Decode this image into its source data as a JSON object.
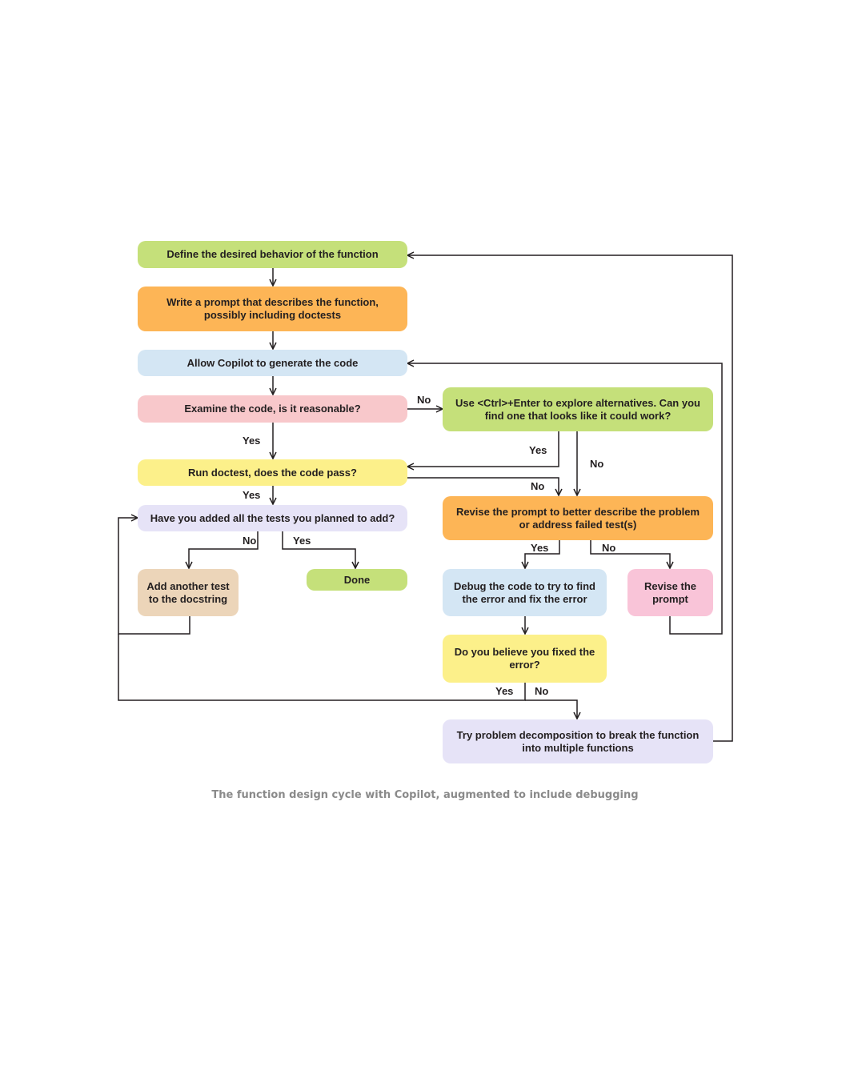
{
  "colors": {
    "green": "#c5e07a",
    "orange": "#fdb556",
    "blue": "#d4e6f4",
    "pink": "#f8c8cb",
    "yellow": "#fcf08a",
    "lavender": "#e6e3f7",
    "tan": "#ecd5b9",
    "magenta_pink": "#f9c4d8",
    "line": "#231f20",
    "caption": "#8a8a8a"
  },
  "nodes": {
    "define": "Define the desired behavior of the function",
    "write_prompt": "Write a prompt that describes the function,\npossibly including doctests",
    "allow_copilot": "Allow Copilot to generate the code",
    "examine": "Examine the code, is it reasonable?",
    "explore": "Use <Ctrl>+Enter to explore alternatives. Can you\nfind one that looks like it could work?",
    "run_doctest": "Run doctest, does the code pass?",
    "tests_added": "Have you added all the tests you planned to add?",
    "revise_better": "Revise the prompt to better describe the problem\nor address failed test(s)",
    "add_test": "Add another test\nto the docstring",
    "done": "Done",
    "debug": "Debug the code to try to find\nthe error and fix the error",
    "revise_prompt": "Revise the\nprompt",
    "fixed_error": "Do you believe you fixed the\nerror?",
    "decompose": "Try problem decomposition to break the function\ninto multiple functions"
  },
  "edge_labels": {
    "examine_no": "No",
    "examine_yes": "Yes",
    "explore_yes": "Yes",
    "explore_no": "No",
    "doctest_no": "No",
    "doctest_yes": "Yes",
    "tests_no": "No",
    "tests_yes": "Yes",
    "revise_yes": "Yes",
    "revise_no": "No",
    "fixed_yes": "Yes",
    "fixed_no": "No"
  },
  "caption": "The function design cycle with Copilot, augmented to include debugging"
}
